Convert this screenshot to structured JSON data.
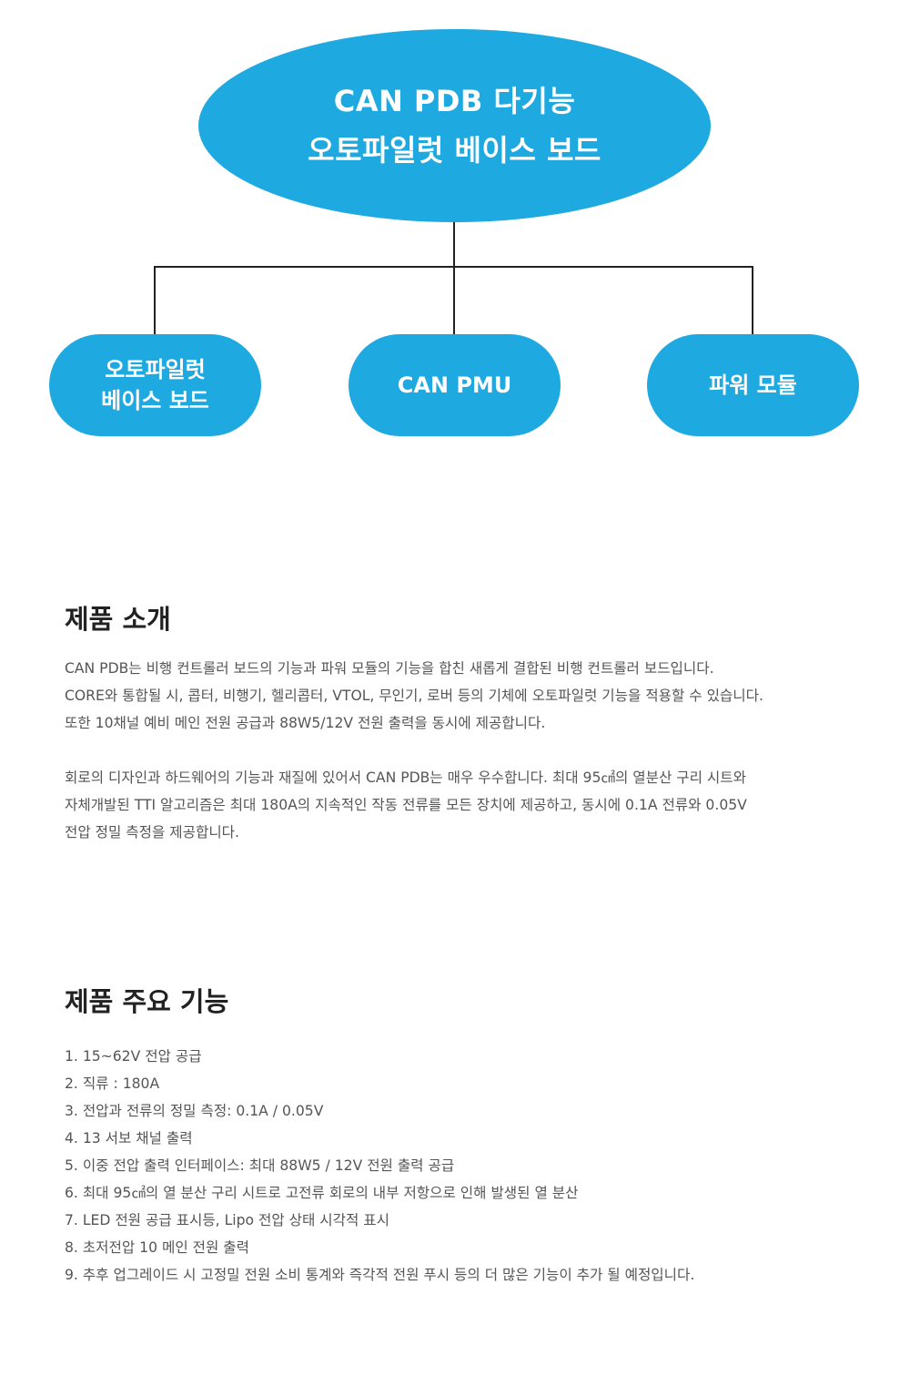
{
  "diagram": {
    "root": {
      "line1": "CAN PDB 다기능",
      "line2": "오토파일럿 베이스 보드"
    },
    "children": [
      {
        "line1": "오토파일럿",
        "line2": "베이스 보드"
      },
      {
        "line1": "CAN PMU"
      },
      {
        "line1": "파워 모듈"
      }
    ],
    "colors": {
      "node_fill": "#1ea9e1",
      "node_text": "#ffffff",
      "connector": "#222222"
    }
  },
  "intro": {
    "title": "제품 소개",
    "paragraph1": [
      "CAN PDB는 비행 컨트롤러 보드의 기능과 파워 모듈의 기능을 합친 새롭게 결합된 비행 컨트롤러 보드입니다.",
      "CORE와 통합될 시, 콥터, 비행기, 헬리콥터, VTOL, 무인기, 로버 등의 기체에 오토파일럿 기능을 적용할 수 있습니다.",
      "또한 10채널 예비 메인 전원 공급과 88W5/12V 전원 출력을 동시에 제공합니다."
    ],
    "paragraph2": [
      "회로의 디자인과 하드웨어의 기능과 재질에 있어서 CAN PDB는 매우 우수합니다. 최대 95㎠의 열분산 구리 시트와",
      "자체개발된 TTI 알고리즘은 최대 180A의 지속적인 작동 전류를 모든 장치에 제공하고, 동시에 0.1A 전류와 0.05V",
      "전압 정밀 측정을 제공합니다."
    ]
  },
  "features": {
    "title": "제품 주요 기능",
    "items": [
      "1. 15~62V 전압 공급",
      "2. 직류 : 180A",
      "3. 전압과 전류의 정밀 측정: 0.1A / 0.05V",
      "4. 13 서보 채널 출력",
      "5. 이중 전압 출력 인터페이스: 최대 88W5 / 12V 전원 출력 공급",
      "6. 최대 95㎠의 열 분산 구리 시트로 고전류 회로의 내부 저항으로 인해 발생된 열 분산",
      "7. LED 전원 공급 표시등, Lipo 전압 상태 시각적 표시",
      "8. 초저전압 10 메인 전원 출력",
      "9. 추후 업그레이드 시 고정밀 전원 소비 통계와 즉각적 전원 푸시 등의 더 많은 기능이 추가 될 예정입니다."
    ]
  }
}
